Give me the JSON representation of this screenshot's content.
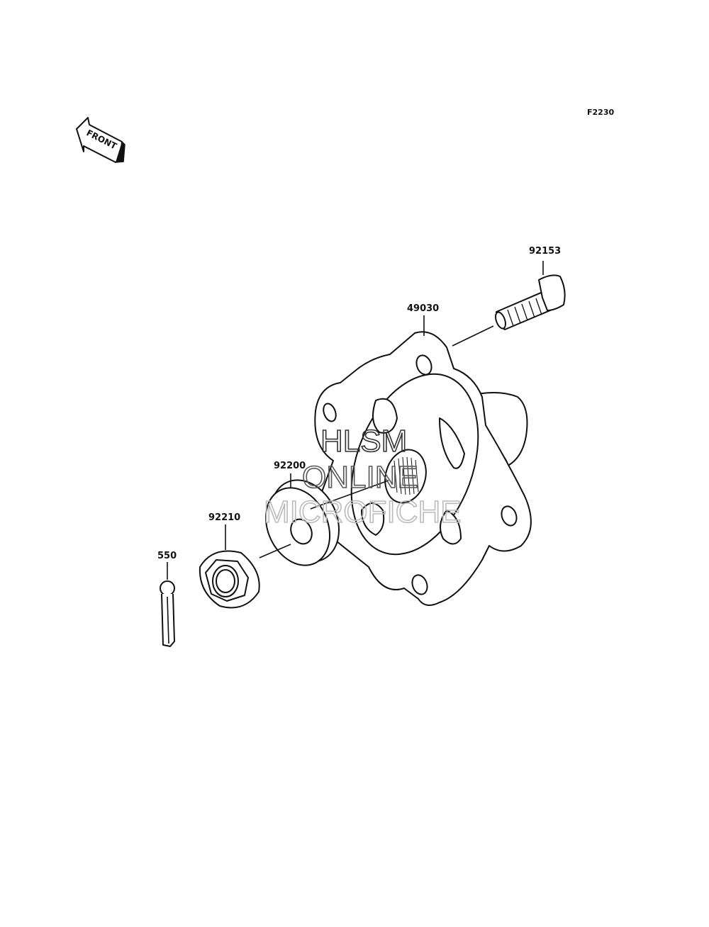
{
  "diagram": {
    "code": "F2230",
    "front_label": "FRONT",
    "watermark": [
      "HLSM",
      "ONLINE",
      "MICROFICHE"
    ],
    "parts": [
      {
        "id": "92153"
      },
      {
        "id": "49030"
      },
      {
        "id": "92200"
      },
      {
        "id": "92210"
      },
      {
        "id": "550"
      }
    ]
  }
}
